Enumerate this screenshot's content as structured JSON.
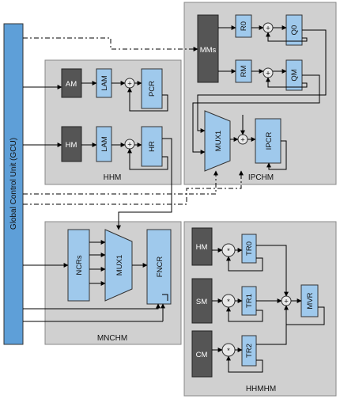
{
  "gcu": {
    "label": "Global Control Unit (GCU)"
  },
  "hhm": {
    "label": "HHM",
    "am": "AM",
    "lam_top": "LAM",
    "pcr": "PCR",
    "hm": "HM",
    "lam_bottom": "LAM",
    "hr": "HR"
  },
  "ipchm": {
    "label": "IPCHM",
    "mms": "MMs",
    "r0": "R0",
    "q0": "Q0",
    "rm": "RM",
    "qm": "QM",
    "mux": "MUX1",
    "ipcr": "IPCR"
  },
  "mnchm": {
    "label": "MNCHM",
    "ncrs": "NCRs",
    "mux": "MUX1",
    "fncr": "FNCR"
  },
  "hhmhm": {
    "label": "HHMHM",
    "hm": "HM",
    "sm": "SM",
    "cm": "CM",
    "tr0": "TR0",
    "tr1": "TR1",
    "tr2": "TR2",
    "mvr": "MVR"
  },
  "symbols": {
    "plus": "+",
    "times": "*"
  },
  "colors": {
    "module_bg": "#d0d0d0",
    "register": "#9fc9ec",
    "memory": "#555555",
    "gcu": "#5e9fd8"
  }
}
